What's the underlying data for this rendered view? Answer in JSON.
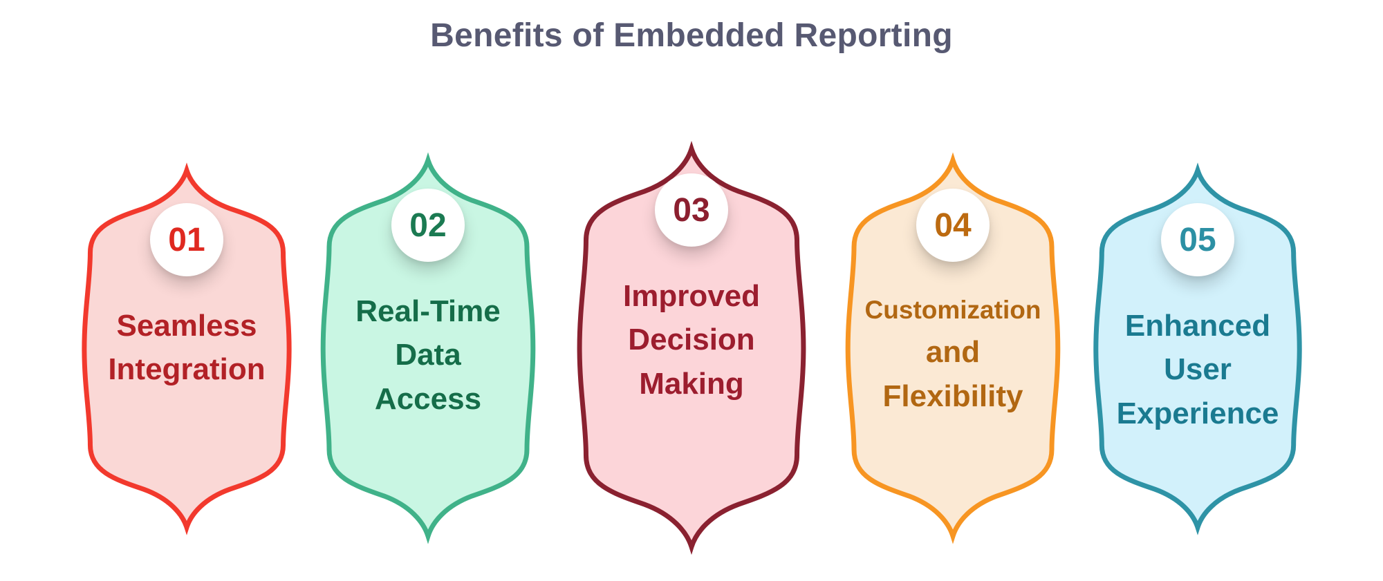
{
  "page": {
    "title": "Benefits of Embedded Reporting",
    "title_color": "#575972",
    "background": "#ffffff"
  },
  "cards": [
    {
      "number": "01",
      "title_lines": [
        {
          "text": "Seamless"
        },
        {
          "text": "Integration"
        }
      ],
      "size": "s",
      "colors": {
        "border": "#F2392D",
        "fill": "#FAD8D6",
        "number": "#DF2920",
        "text": "#B22126"
      }
    },
    {
      "number": "02",
      "title_lines": [
        {
          "text": "Real-Time"
        },
        {
          "text": "Data"
        },
        {
          "text": "Access"
        }
      ],
      "size": "m",
      "colors": {
        "border": "#40B289",
        "fill": "#C9F6E3",
        "number": "#1B7A52",
        "text": "#156D49"
      }
    },
    {
      "number": "03",
      "title_lines": [
        {
          "text": "Improved"
        },
        {
          "text": "Decision"
        },
        {
          "text": "Making"
        }
      ],
      "size": "l",
      "colors": {
        "border": "#8A2130",
        "fill": "#FCD5D9",
        "number": "#8C1F2F",
        "text": "#9C1D2E"
      }
    },
    {
      "number": "04",
      "title_lines": [
        {
          "text": "Customization",
          "small": true
        },
        {
          "text": "and"
        },
        {
          "text": "Flexibility"
        }
      ],
      "size": "m",
      "colors": {
        "border": "#F79522",
        "fill": "#FBE9D4",
        "number": "#BC6A10",
        "text": "#B16712"
      }
    },
    {
      "number": "05",
      "title_lines": [
        {
          "text": "Enhanced"
        },
        {
          "text": "User"
        },
        {
          "text": "Experience"
        }
      ],
      "size": "s",
      "colors": {
        "border": "#2E93A6",
        "fill": "#D2F1FB",
        "number": "#2C90A4",
        "text": "#1A7A90"
      }
    }
  ]
}
